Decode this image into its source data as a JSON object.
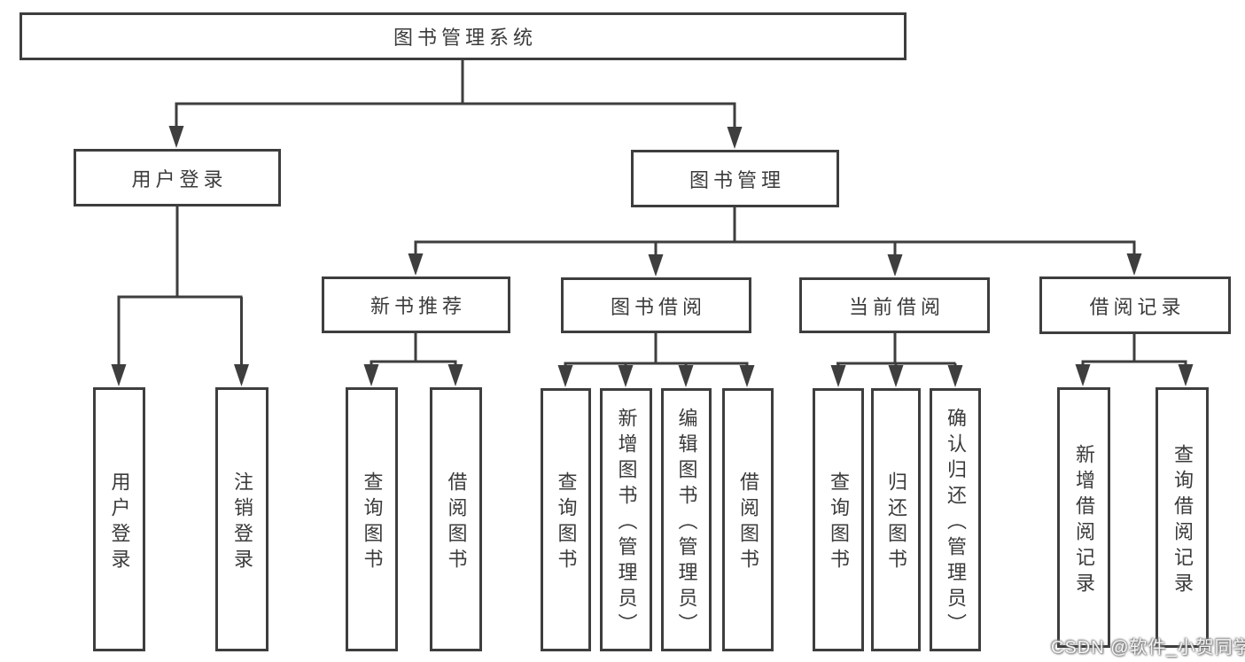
{
  "diagram": {
    "root": {
      "label": "图书管理系统"
    },
    "branches": [
      {
        "label": "用户登录",
        "children": [
          {
            "label": "用户登录"
          },
          {
            "label": "注销登录"
          }
        ]
      },
      {
        "label": "图书管理",
        "children": [
          {
            "label": "新书推荐",
            "children": [
              {
                "label": "查询图书"
              },
              {
                "label": "借阅图书"
              }
            ]
          },
          {
            "label": "图书借阅",
            "children": [
              {
                "label": "查询图书"
              },
              {
                "label": "新增图书（管理员）"
              },
              {
                "label": "编辑图书（管理员）"
              },
              {
                "label": "借阅图书"
              }
            ]
          },
          {
            "label": "当前借阅",
            "children": [
              {
                "label": "查询图书"
              },
              {
                "label": "归还图书"
              },
              {
                "label": "确认归还（管理员）"
              }
            ]
          },
          {
            "label": "借阅记录",
            "children": [
              {
                "label": "新增借阅记录"
              },
              {
                "label": "查询借阅记录"
              }
            ]
          }
        ]
      }
    ],
    "watermark": "CSDN @软件_小贺同学",
    "colors": {
      "line": "#3e3e3e",
      "text": "#3b3b3b",
      "background": "#ffffff",
      "watermark_text": "#ffffff"
    }
  }
}
